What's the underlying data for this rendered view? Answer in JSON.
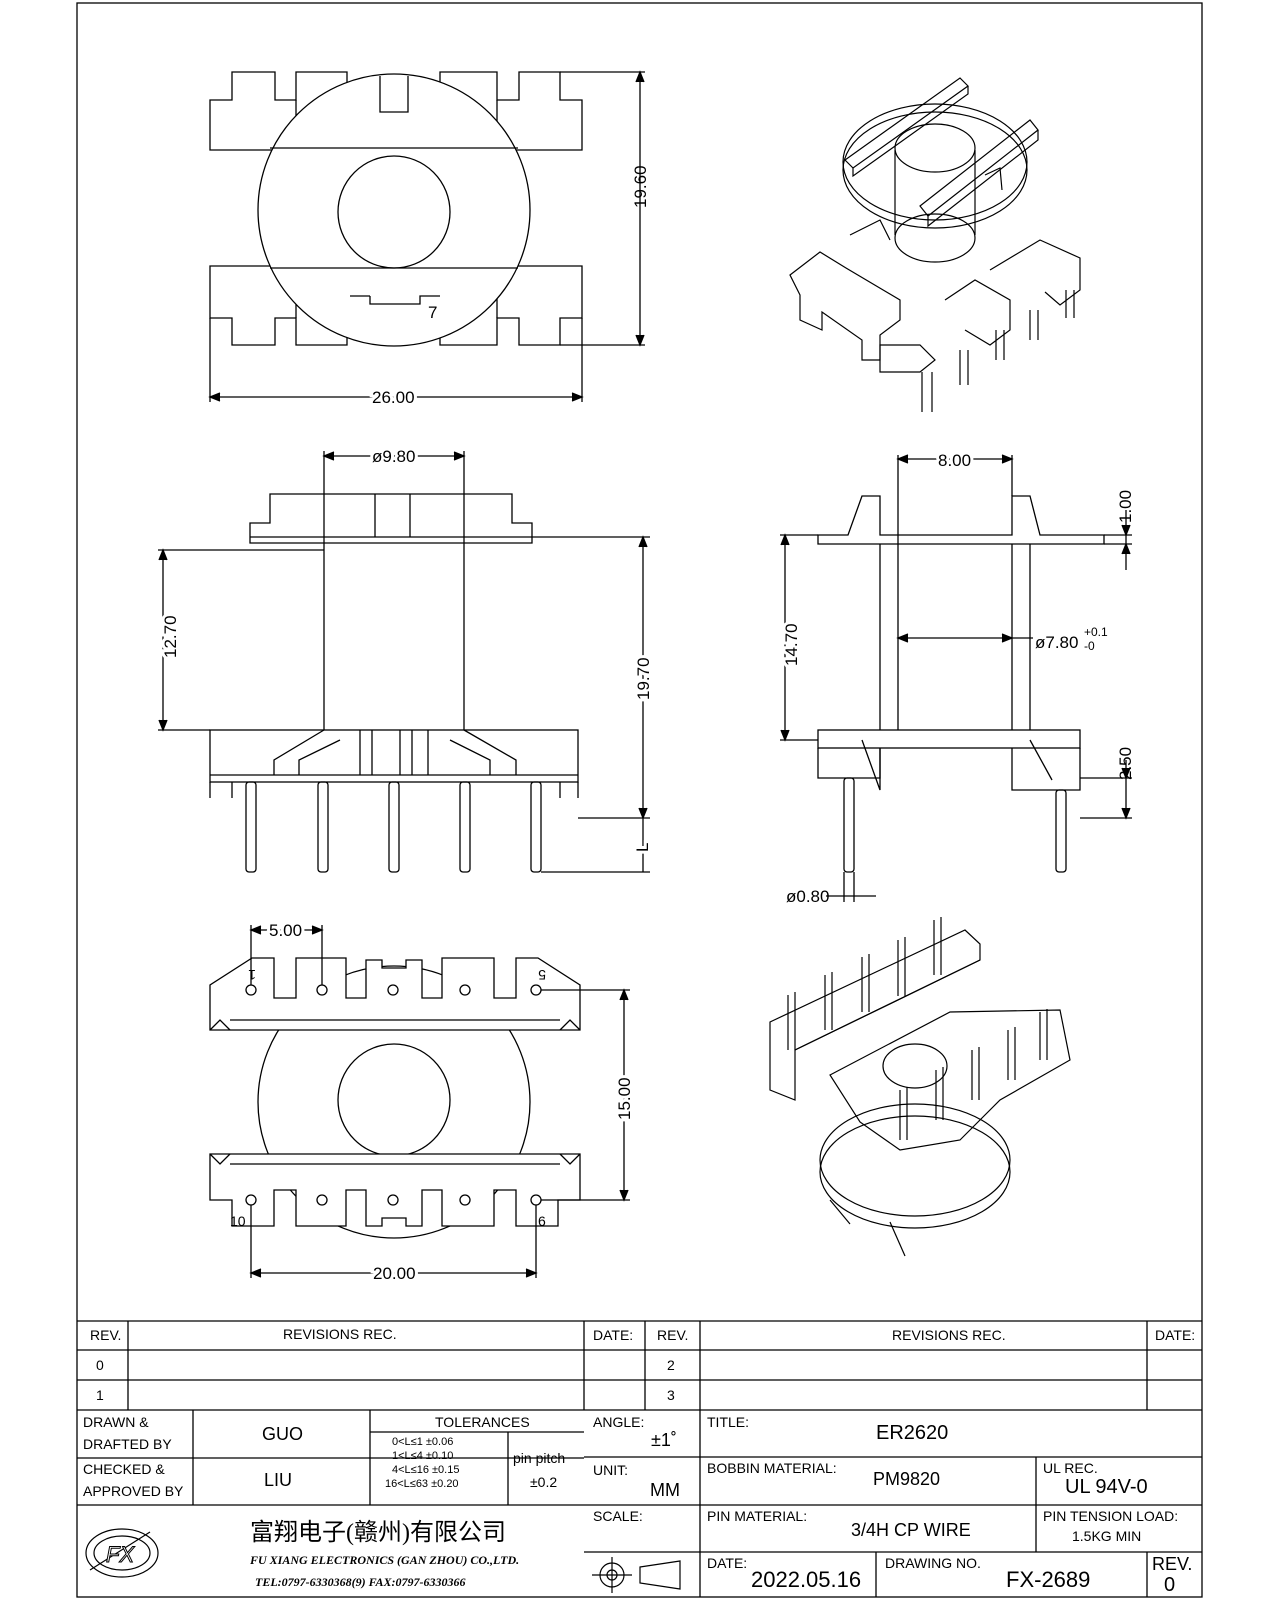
{
  "drawing": {
    "dims": {
      "top_height": "19.60",
      "top_width": "26.00",
      "pin_label_top": "7",
      "core_dia": "ø9.80",
      "winding_height": "12.70",
      "total_height": "19.70",
      "pin_length": "L",
      "side_width": "8.00",
      "flange_thk": "1.00",
      "side_height": "14.70",
      "core_inner": "ø7.80",
      "core_inner_tol_plus": "+0.1",
      "core_inner_tol_minus": "-0",
      "base_height": "2.50",
      "pin_dia": "ø0.80",
      "pin_pitch_dim": "5.00",
      "row_spacing": "15.00",
      "row_length": "20.00",
      "pin_1": "1",
      "pin_5": "5",
      "pin_10": "10",
      "pin_6": "6"
    }
  },
  "revisions": {
    "rev_header": "REV.",
    "records_header": "REVISIONS   REC.",
    "date_header": "DATE:",
    "rows_left": [
      "0",
      "1"
    ],
    "rows_right": [
      "2",
      "3"
    ]
  },
  "title_block": {
    "drawn_label_1": "DRAWN &",
    "drawn_label_2": "DRAFTED BY",
    "drawn_value": "GUO",
    "checked_label_1": "CHECKED &",
    "checked_label_2": "APPROVED BY",
    "checked_value": "LIU",
    "tolerances_label": "TOLERANCES",
    "tolerances": [
      "0<L≤1   ±0.06",
      "1<L≤4   ±0.10",
      "4<L≤16  ±0.15",
      "16<L≤63 ±0.20"
    ],
    "pin_pitch_label": "pin pitch",
    "pin_pitch_value": "±0.2",
    "angle_label": "ANGLE:",
    "angle_value": "±1˚",
    "unit_label": "UNIT:",
    "unit_value": "MM",
    "scale_label": "SCALE:",
    "title_label": "TITLE:",
    "title_value": "ER2620",
    "bobbin_label": "BOBBIN MATERIAL:",
    "bobbin_value": "PM9820",
    "ul_label": "UL REC.",
    "ul_value": "UL 94V-0",
    "pin_material_label": "PIN MATERIAL:",
    "pin_material_value": "3/4H CP WIRE",
    "pin_tension_label": "PIN TENSION LOAD:",
    "pin_tension_value": "1.5KG MIN",
    "date_label": "DATE:",
    "date_value": "2022.05.16",
    "drawing_no_label": "DRAWING NO.",
    "drawing_no_value": "FX-2689",
    "rev_label": "REV.",
    "rev_value": "0",
    "company_cn": "富翔电子(赣州)有限公司",
    "company_en": "FU XIANG ELECTRONICS (GAN ZHOU) CO.,LTD.",
    "company_tel": "TEL:0797-6330368(9)    FAX:0797-6330366",
    "logo_text": "FX"
  }
}
